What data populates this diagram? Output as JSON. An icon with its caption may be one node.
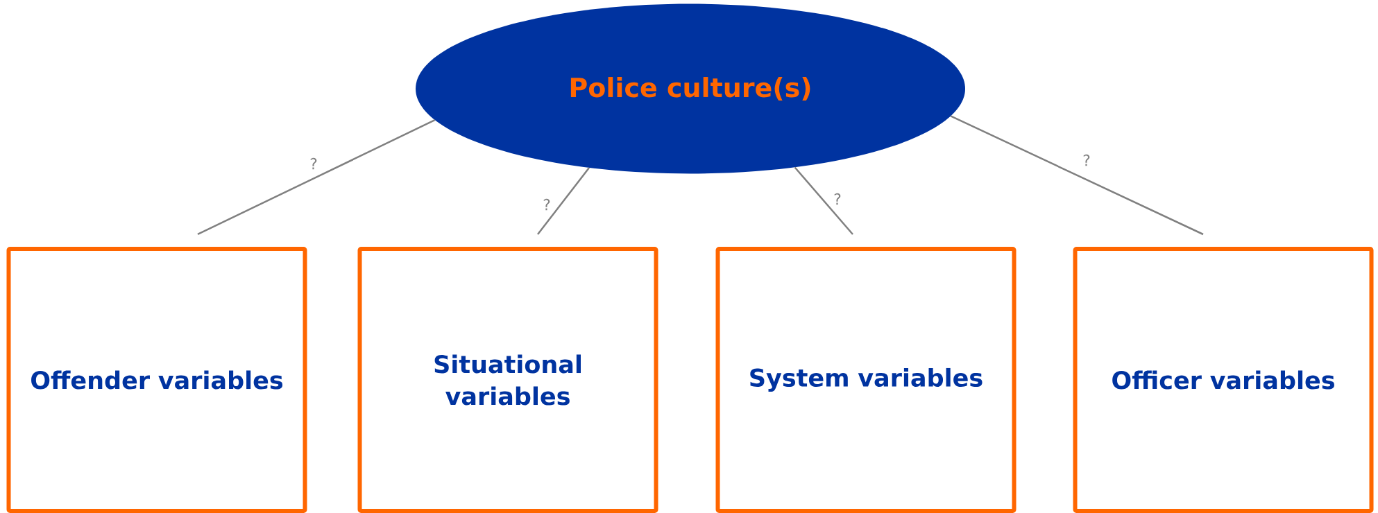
{
  "diagram": {
    "nodes": [
      {
        "text": [
          "Police culture(s)"
        ]
      },
      {
        "text": [
          "Offender variables"
        ]
      },
      {
        "text": [
          "Situational variables"
        ]
      },
      {
        "text": [
          "System variables"
        ]
      },
      {
        "text": [
          "Officer variables"
        ]
      }
    ],
    "edges": [
      {
        "from": 0,
        "to": 1,
        "arrow": "none",
        "label": "?"
      },
      {
        "from": 0,
        "to": 2,
        "arrow": "none",
        "label": "?"
      },
      {
        "from": 0,
        "to": 3,
        "arrow": "none",
        "label": "?"
      },
      {
        "from": 0,
        "to": 4,
        "arrow": "none",
        "label": "?"
      }
    ]
  }
}
